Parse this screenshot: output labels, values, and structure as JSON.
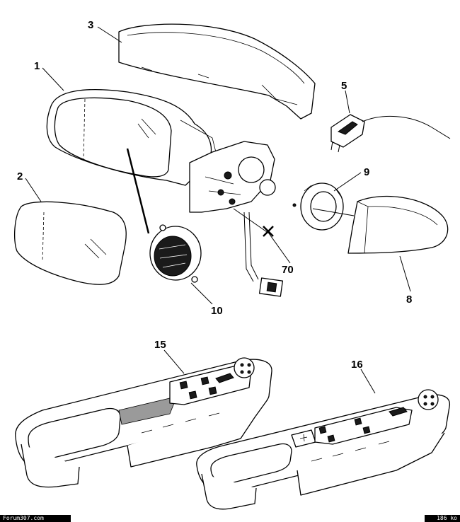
{
  "callouts": {
    "c1": "1",
    "c2": "2",
    "c3": "3",
    "c5": "5",
    "c8": "8",
    "c9": "9",
    "c10": "10",
    "c15": "15",
    "c16": "16",
    "c70": "70"
  },
  "footer": {
    "left": "Forum307.com",
    "right": "186 ko"
  },
  "colors": {
    "line": "#000000",
    "background": "#ffffff",
    "fill_grey": "#9a9a9a"
  }
}
